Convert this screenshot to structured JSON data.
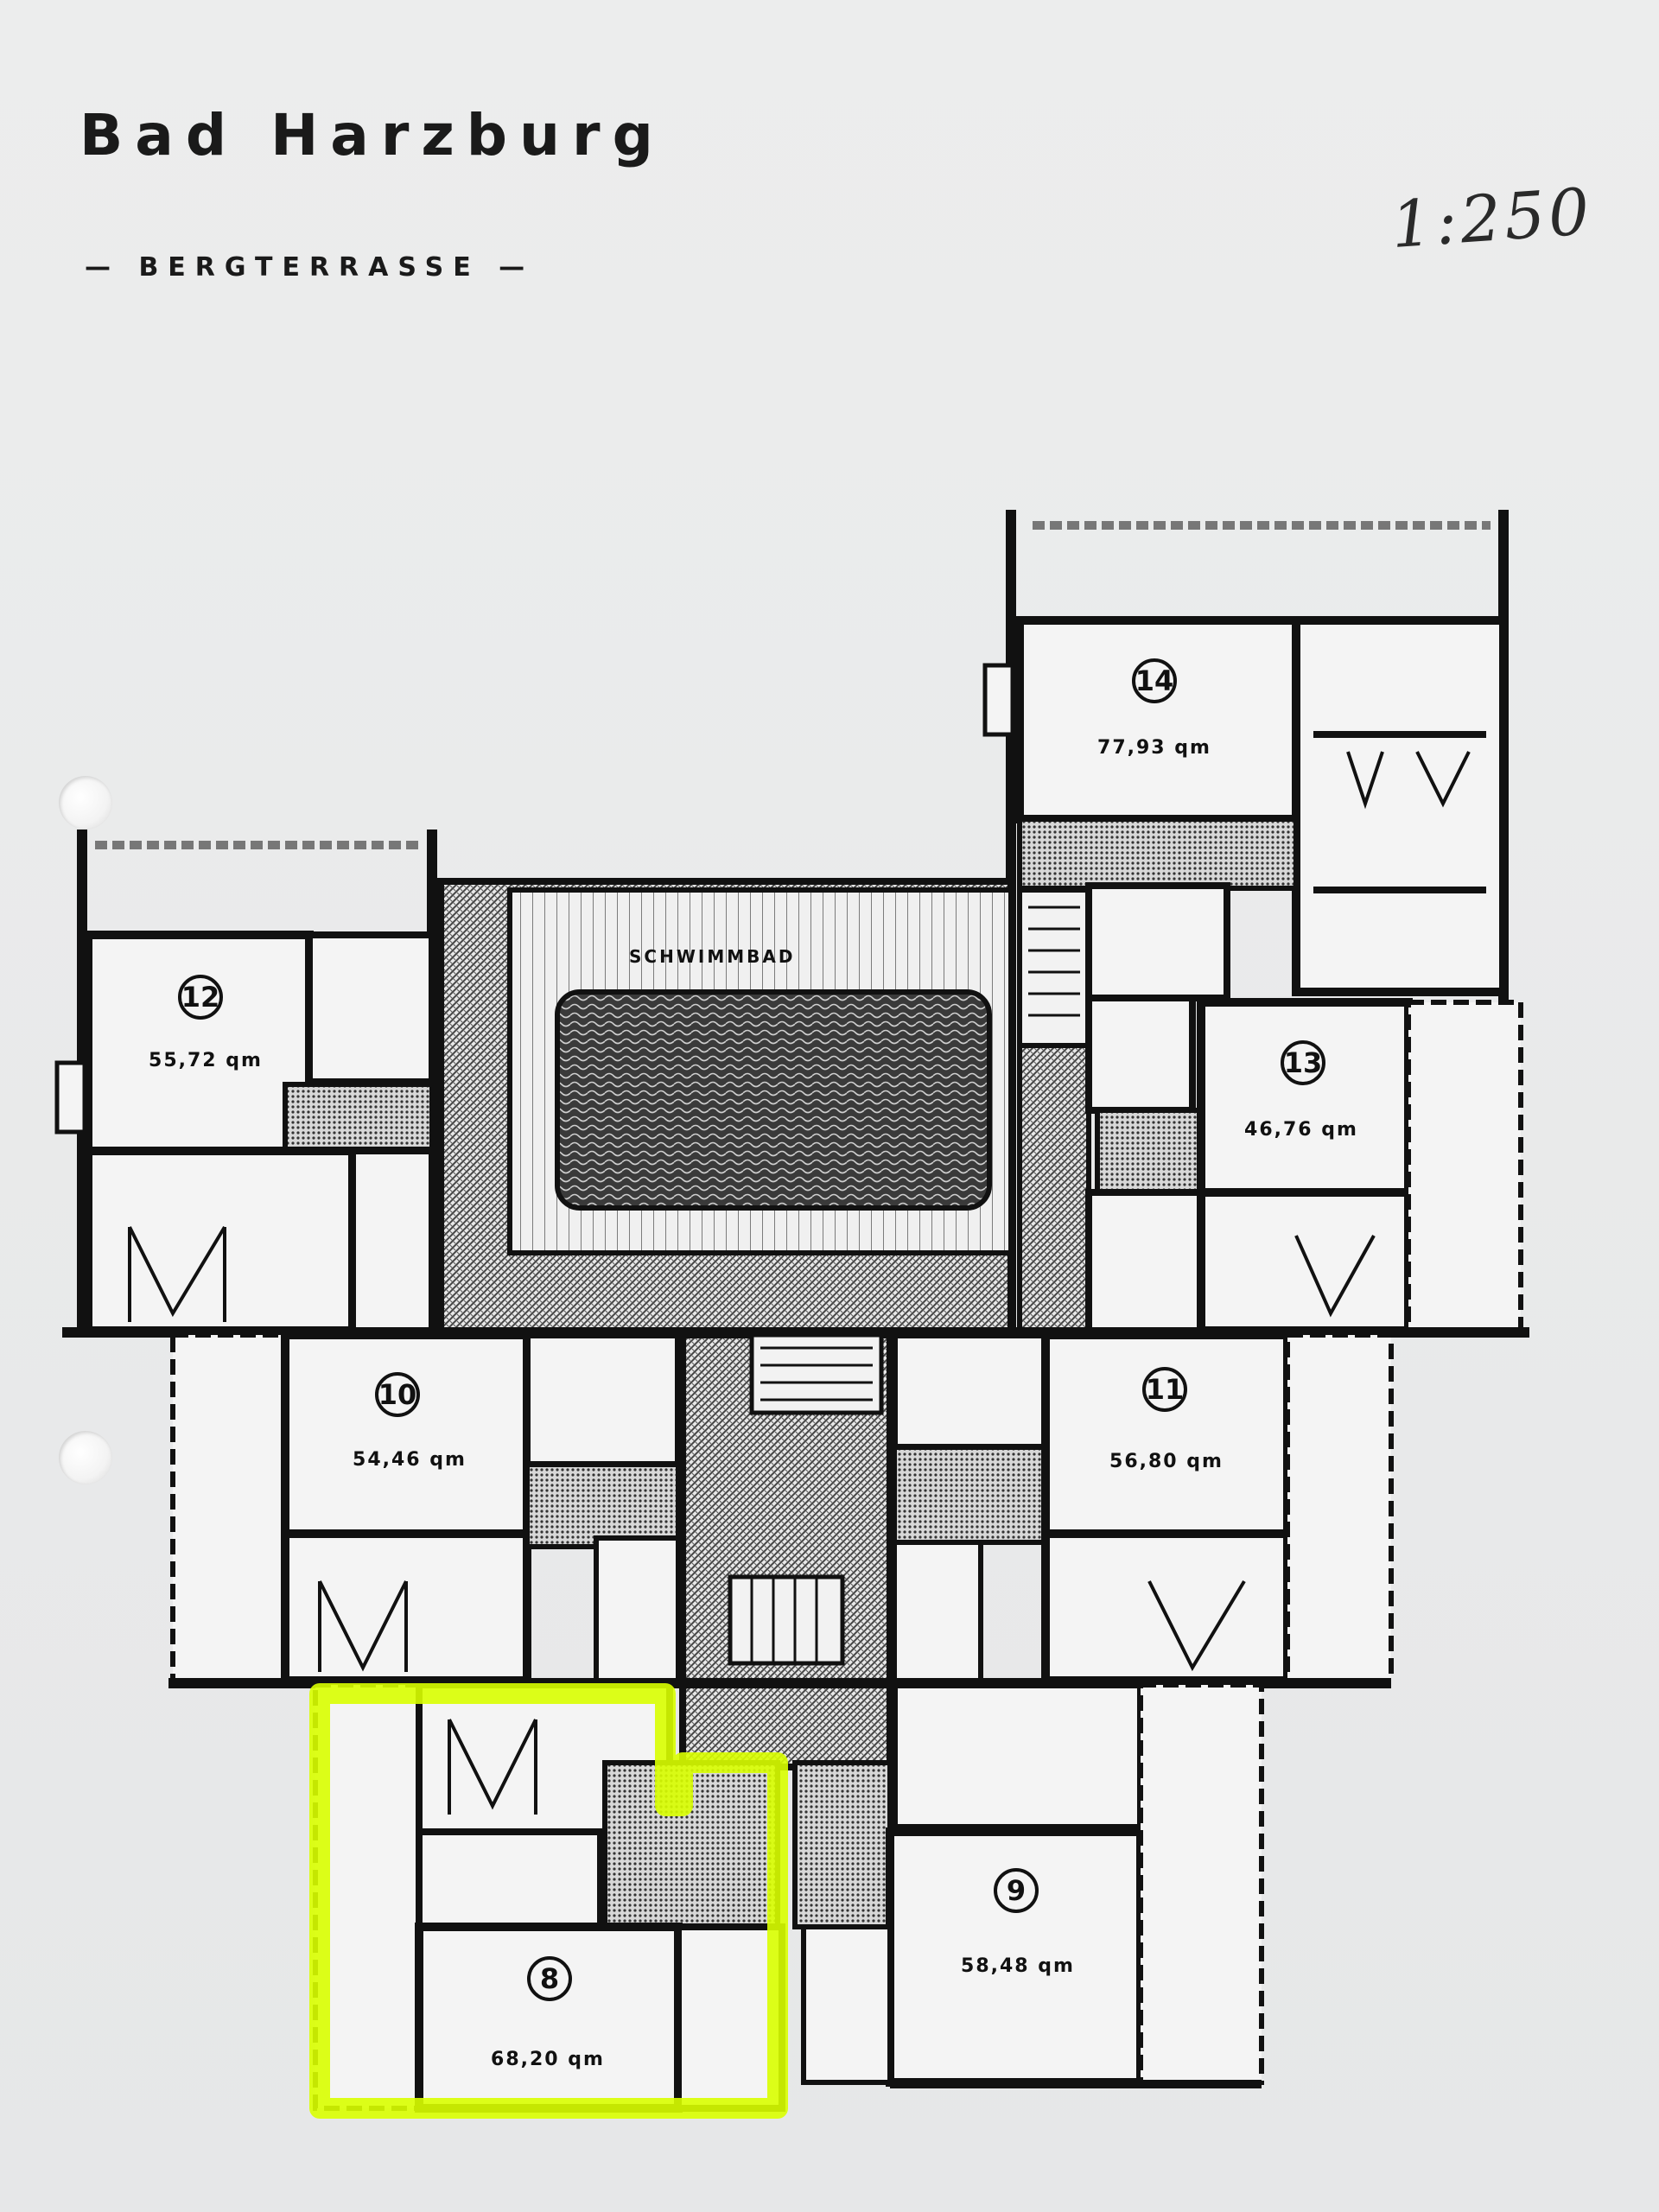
{
  "document": {
    "title": "Bad Harzburg",
    "subtitle": "— BERGTERRASSE —",
    "scale_note": "1:250"
  },
  "plan": {
    "pool_label": "SCHWIMMBAD",
    "highlight_color": "#d9ff00",
    "units": [
      {
        "id": "unit-14",
        "number": "14",
        "area": "77,93 qm"
      },
      {
        "id": "unit-12",
        "number": "12",
        "area": "55,72 qm"
      },
      {
        "id": "unit-13",
        "number": "13",
        "area": "46,76 qm"
      },
      {
        "id": "unit-10",
        "number": "10",
        "area": "54,46 qm"
      },
      {
        "id": "unit-11",
        "number": "11",
        "area": "56,80 qm"
      },
      {
        "id": "unit-9",
        "number": "9",
        "area": "58,48 qm"
      },
      {
        "id": "unit-8",
        "number": "8",
        "area": "68,20 qm",
        "highlighted": true
      }
    ]
  }
}
